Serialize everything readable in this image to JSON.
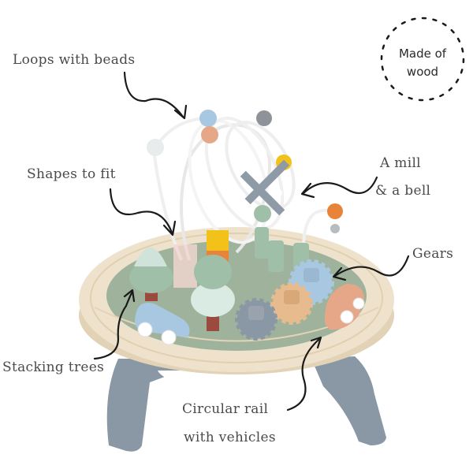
{
  "badge": {
    "line1": "Made of",
    "line2": "wood"
  },
  "callouts": [
    {
      "id": "loops",
      "line1": "Loops with beads"
    },
    {
      "id": "shapes",
      "line1": "Shapes to fit"
    },
    {
      "id": "mill",
      "line1": "A mill",
      "line2": "& a bell"
    },
    {
      "id": "gears",
      "line1": "Gears"
    },
    {
      "id": "trees",
      "line1": "Stacking trees"
    },
    {
      "id": "rail",
      "line1": "Circular rail",
      "line2": "with vehicles"
    }
  ],
  "colors": {
    "wood_rim": "#efe2cc",
    "wood_rim_edge": "#e2d2b6",
    "board_green": "#9fb39c",
    "legs": "#8a98a6",
    "sage": "#9fbfa8",
    "mint": "#cfe3da",
    "light_blue": "#a8c8e2",
    "peach": "#e6a789",
    "orange": "#e8833a",
    "yellow": "#f2c21a",
    "grey": "#8e9399",
    "arrow": "#1a1a1a",
    "text": "#4a4a4a"
  }
}
